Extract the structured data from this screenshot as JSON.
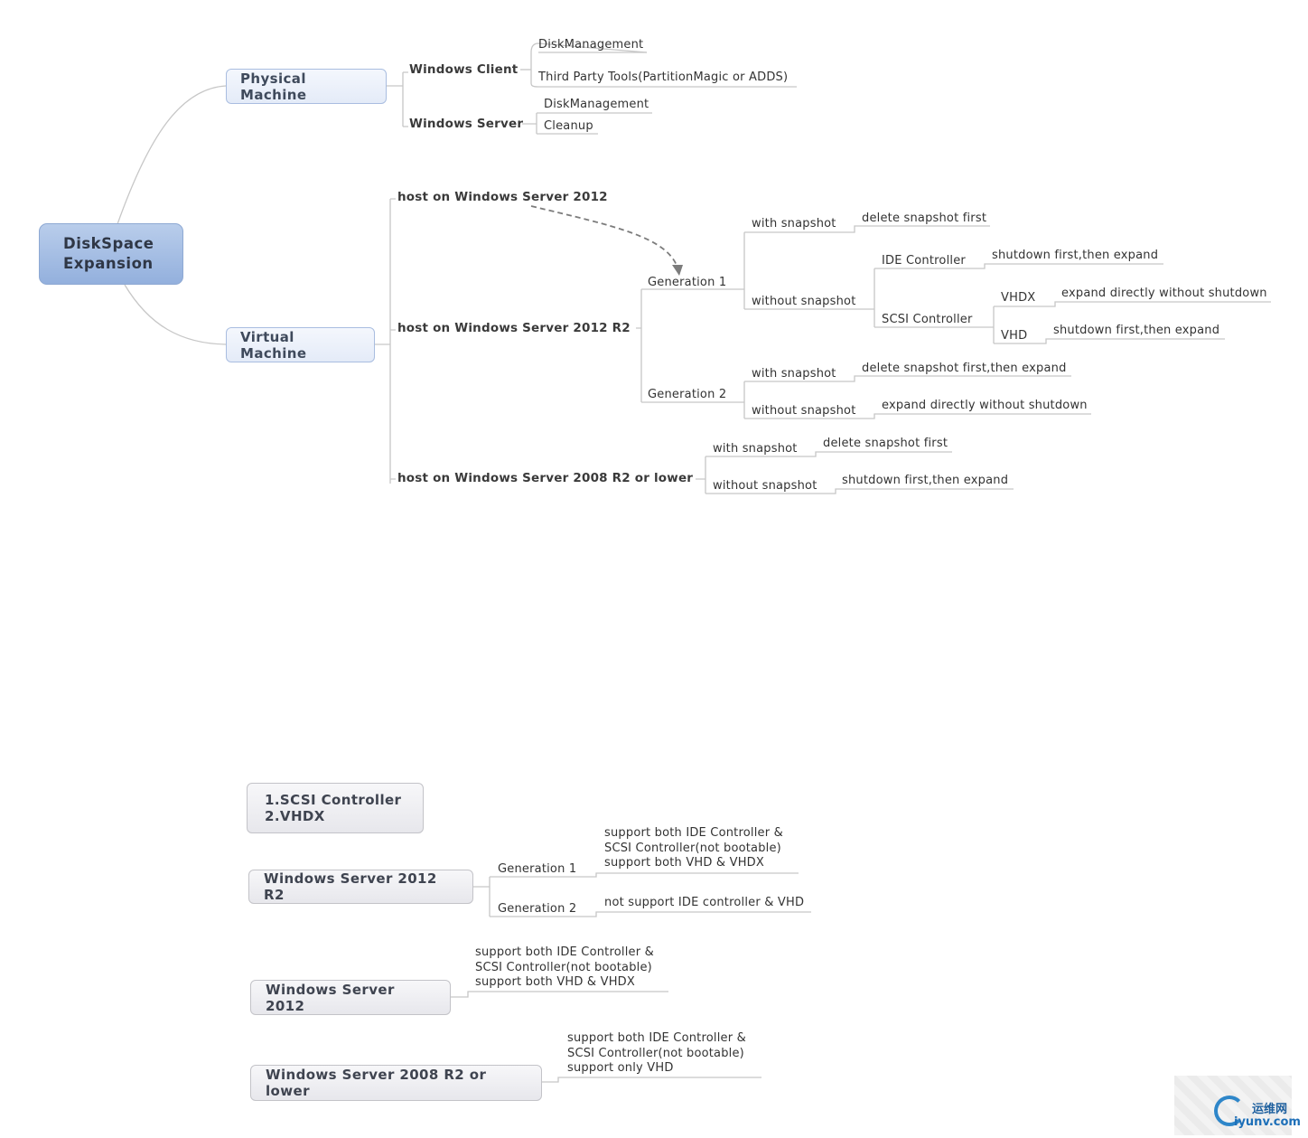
{
  "root": {
    "line1": "DiskSpace",
    "line2": "Expansion"
  },
  "physical": {
    "title": "Physical Machine",
    "windows_client": {
      "label": "Windows Client",
      "items": [
        "DiskManagement",
        "Third Party Tools(PartitionMagic or ADDS)"
      ]
    },
    "windows_server": {
      "label": "Windows Server",
      "items": [
        "DiskManagement",
        "Cleanup"
      ]
    }
  },
  "virtual": {
    "title": "Virtual Machine",
    "host2012": "host on Windows Server 2012",
    "host2012r2": "host on Windows Server 2012 R2",
    "host2008": "host on Windows Server 2008 R2 or lower",
    "gen1": {
      "label": "Generation 1",
      "with_snapshot": "with snapshot",
      "with_snapshot_action": "delete snapshot first",
      "without_snapshot": "without snapshot",
      "ide": "IDE Controller",
      "ide_action": "shutdown first,then expand",
      "scsi": "SCSI Controller",
      "vhdx": "VHDX",
      "vhdx_action": "expand directly without shutdown",
      "vhd": "VHD",
      "vhd_action": "shutdown first,then expand"
    },
    "gen2": {
      "label": "Generation 2",
      "with_snapshot": "with snapshot",
      "with_snapshot_action": "delete snapshot first,then expand",
      "without_snapshot": "without snapshot",
      "without_snapshot_action": "expand directly without shutdown"
    },
    "legacy": {
      "with_snapshot": "with snapshot",
      "with_snapshot_action": "delete snapshot first",
      "without_snapshot": "without snapshot",
      "without_snapshot_action": "shutdown first,then expand"
    }
  },
  "notes": {
    "box": {
      "line1": "1.SCSI Controller",
      "line2": "2.VHDX"
    },
    "ws2012r2": {
      "title": "Windows Server 2012 R2",
      "gen1": "Generation 1",
      "gen1_lines": [
        "support both IDE Controller &",
        "SCSI Controller(not bootable)",
        "support both VHD & VHDX"
      ],
      "gen2": "Generation 2",
      "gen2_text": "not support IDE controller & VHD"
    },
    "ws2012": {
      "title": "Windows Server 2012",
      "lines": [
        "support both IDE Controller &",
        "SCSI Controller(not bootable)",
        "support both VHD & VHDX"
      ]
    },
    "ws2008": {
      "title": "Windows Server 2008 R2 or lower",
      "lines": [
        "support both IDE Controller &",
        "SCSI Controller(not bootable)",
        "support only VHD"
      ]
    }
  },
  "watermark": {
    "cn": "运维网",
    "url": "iyunv.com"
  }
}
